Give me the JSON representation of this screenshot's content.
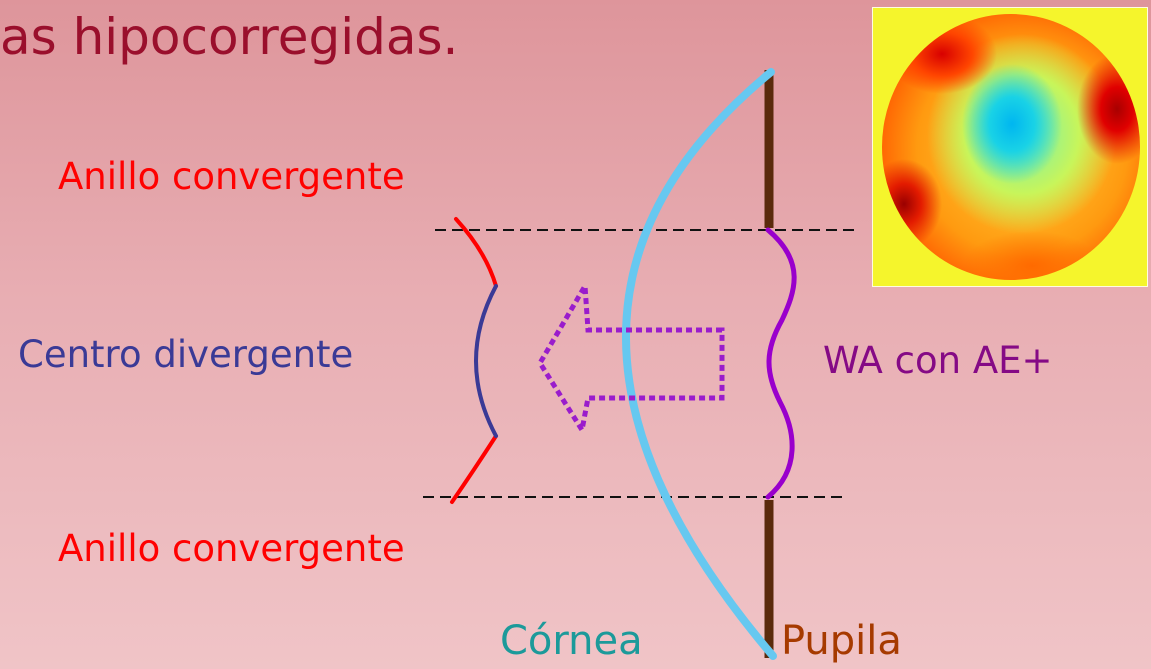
{
  "title": "as hipocorregidas.",
  "labels": {
    "ring_top": "Anillo convergente",
    "center": "Centro divergente",
    "wavefront": "WA con AE+",
    "ring_bottom": "Anillo convergente",
    "cornea": "Córnea",
    "pupil": "Pupila"
  },
  "colors": {
    "convergent_ring": "#ff0000",
    "divergent_center": "#3a3a96",
    "wavefront_curve": "#9900cc",
    "cornea_arc": "#66c8f0",
    "pupil_bar": "#5a2a0c",
    "arrow": "#9a1ccc",
    "guide_lines": "#111111"
  },
  "icons": {
    "direction_arrow": "dotted-left-arrow",
    "wavefront_map": "aberration-map-thumbnail"
  }
}
